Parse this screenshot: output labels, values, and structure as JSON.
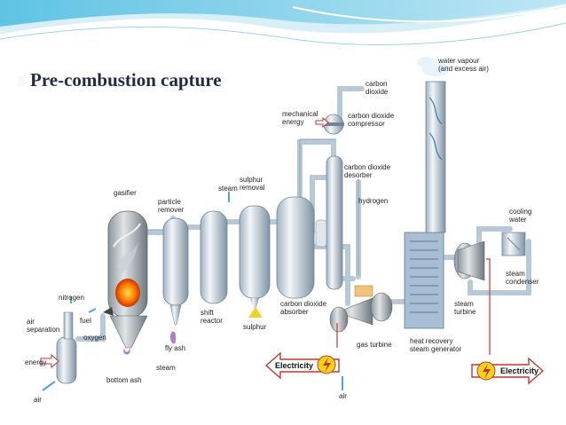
{
  "slide": {
    "title": "Pre-combustion capture",
    "accent_color": "#3aa7d8",
    "background_color": "#ffffff"
  },
  "diagram": {
    "labels": {
      "nitrogen": "nitrogen",
      "air_separation": "air\nseparation",
      "fuel": "fuel",
      "oxygen": "oxygen",
      "energy_left": "energy",
      "air_left": "air",
      "gasifier": "gasifier",
      "bottom_ash": "bottom ash",
      "particle_remover": "particle\nremover",
      "fly_ash": "fly ash",
      "steam_bottom": "steam",
      "steam_top": "steam",
      "shift_reactor": "shift\nreactor",
      "sulphur_removal": "sulphur\nremoval",
      "sulphur": "sulphur",
      "carbon_dioxide_absorber": "carbon dioxide\nabsorber",
      "mechanical_energy": "mechanical\nenergy",
      "carbon_dioxide": "carbon\ndioxide",
      "carbon_dioxide_compressor": "carbon dioxide\ncompressor",
      "carbon_dioxide_desorber": "carbon dioxide\ndesorber",
      "hydrogen": "hydrogen",
      "gas_turbine": "gas turbine",
      "air_bottom": "air",
      "electricity_left": "Electricity",
      "electricity_right": "Electricity",
      "heat_recovery_steam_generator": "heat recovery\nsteam generator",
      "water_vapour": "water vapour\n(and excess air)",
      "cooling_water": "cooling\nwater",
      "steam_condenser": "steam\ncondenser",
      "steam_turbine": "steam\nturbine"
    },
    "icons": [
      "lightning-icon",
      "flame-icon",
      "arrow-icon"
    ]
  }
}
